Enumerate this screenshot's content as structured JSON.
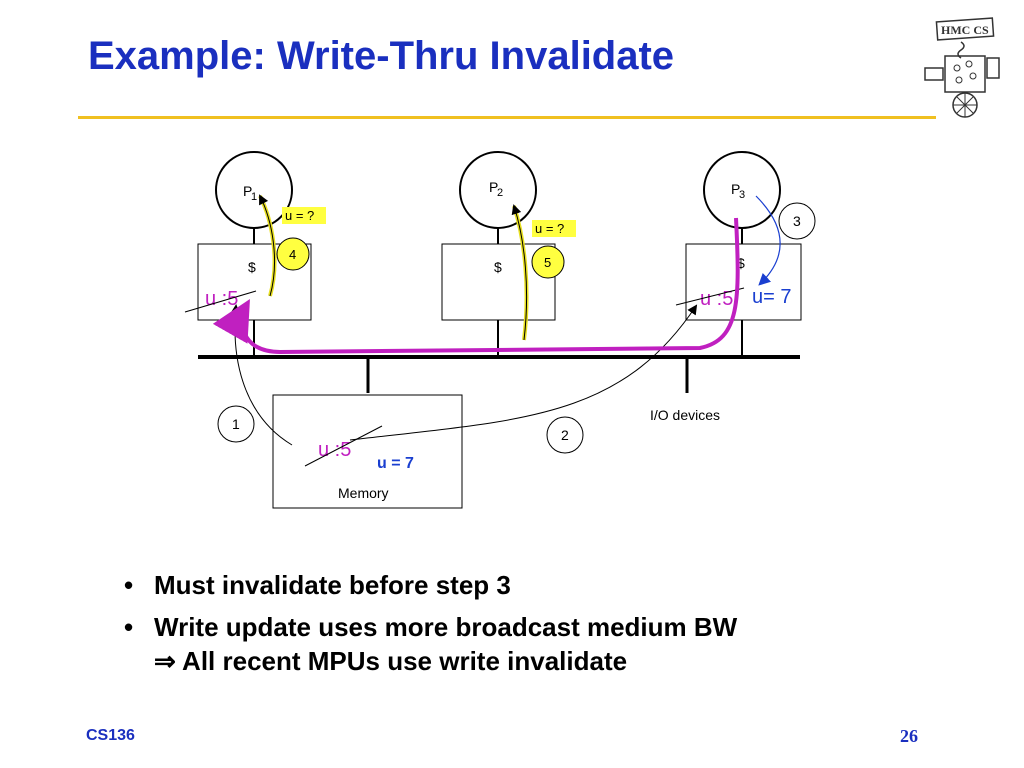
{
  "slide": {
    "title": "Example: Write-Thru Invalidate",
    "footer_left": "CS136",
    "page_number": "26"
  },
  "logo": {
    "text_top": "HMC CS"
  },
  "diagram": {
    "processors": [
      {
        "label": "P",
        "sub": "1",
        "cache_symbol": "$",
        "cache_value": "u :5",
        "tag": "u = ?",
        "step": "4"
      },
      {
        "label": "P",
        "sub": "2",
        "cache_symbol": "$",
        "tag": "u = ?",
        "step": "5"
      },
      {
        "label": "P",
        "sub": "3",
        "cache_symbol": "$",
        "cache_value": "u :5",
        "new_value": "u= 7",
        "step": "3"
      }
    ],
    "memory": {
      "label": "Memory",
      "old_value": "u :5",
      "new_value": "u = 7"
    },
    "io_label": "I/O devices",
    "steps": {
      "one": "1",
      "two": "2"
    }
  },
  "bullets": [
    {
      "text": "Must invalidate before step 3"
    },
    {
      "text": "Write update uses more broadcast medium BW",
      "sub": "⇒ All recent MPUs use write invalidate"
    }
  ],
  "colors": {
    "title": "#1a2fbf",
    "rule": "#f0c020",
    "magenta": "#c020c0",
    "yellow": "#ffff40",
    "blue_text": "#1a2fbf"
  }
}
